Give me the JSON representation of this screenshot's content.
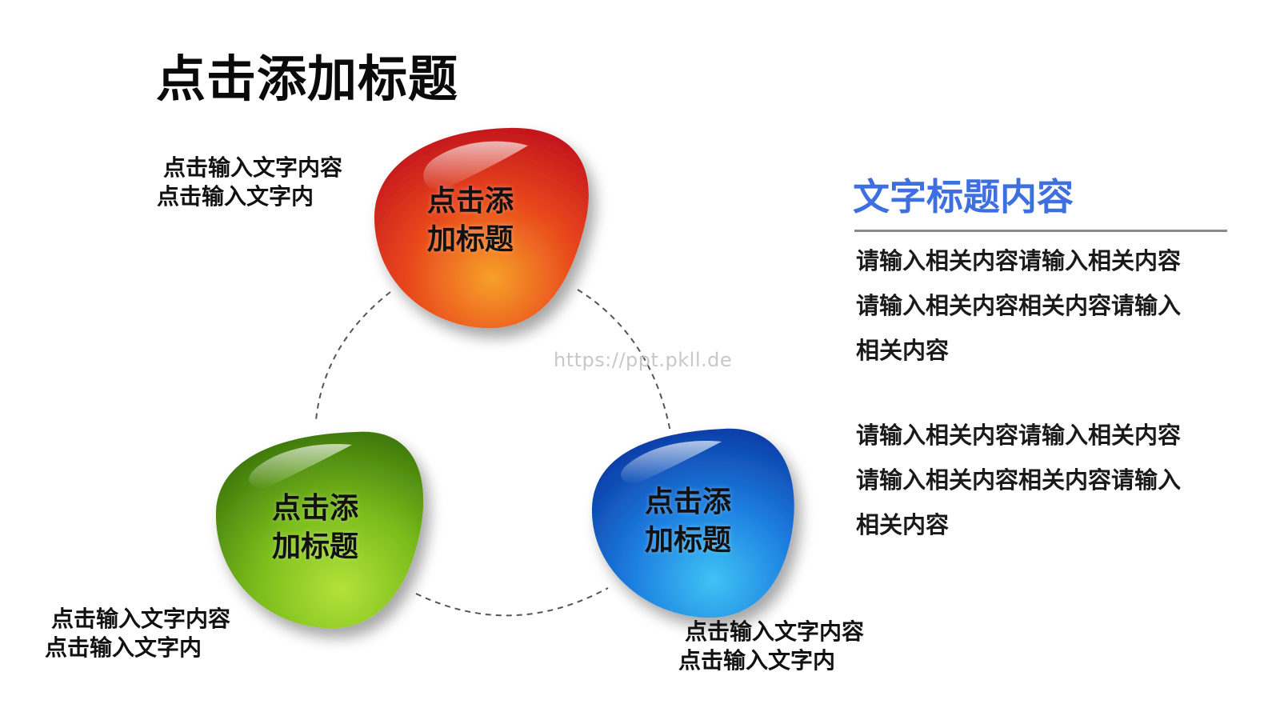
{
  "slide": {
    "title": "点击添加标题",
    "watermark": "https://ppt.pkll.de"
  },
  "blobs": [
    {
      "id": "red",
      "line1": "点击添",
      "line2": "加标题",
      "colors": {
        "light": "#f7a12a",
        "mid": "#e8471c",
        "dark": "#c0101a"
      }
    },
    {
      "id": "green",
      "line1": "点击添",
      "line2": "加标题",
      "colors": {
        "light": "#b4e23a",
        "mid": "#7bbd1c",
        "dark": "#3f7a0c"
      }
    },
    {
      "id": "blue",
      "line1": "点击添",
      "line2": "加标题",
      "colors": {
        "light": "#3fc3f5",
        "mid": "#1d7fe0",
        "dark": "#0b3ea8"
      }
    }
  ],
  "captions": [
    {
      "id": "top-left",
      "line1": "点击输入文字内容",
      "line2": "点击输入文字内"
    },
    {
      "id": "bottom-left",
      "line1": "点击输入文字内容",
      "line2": "点击输入文字内"
    },
    {
      "id": "bottom-right",
      "line1": "点击输入文字内容",
      "line2": "点击输入文字内"
    }
  ],
  "side_panel": {
    "heading": "文字标题内容",
    "heading_color": "#3d6fe0",
    "paragraphs": [
      {
        "line1": "请输入相关内容请输入相关内容",
        "line2": "请输入相关内容相关内容请输入",
        "line3": "相关内容"
      },
      {
        "line1": "请输入相关内容请输入相关内容",
        "line2": "请输入相关内容相关内容请输入",
        "line3": "相关内容"
      }
    ]
  }
}
